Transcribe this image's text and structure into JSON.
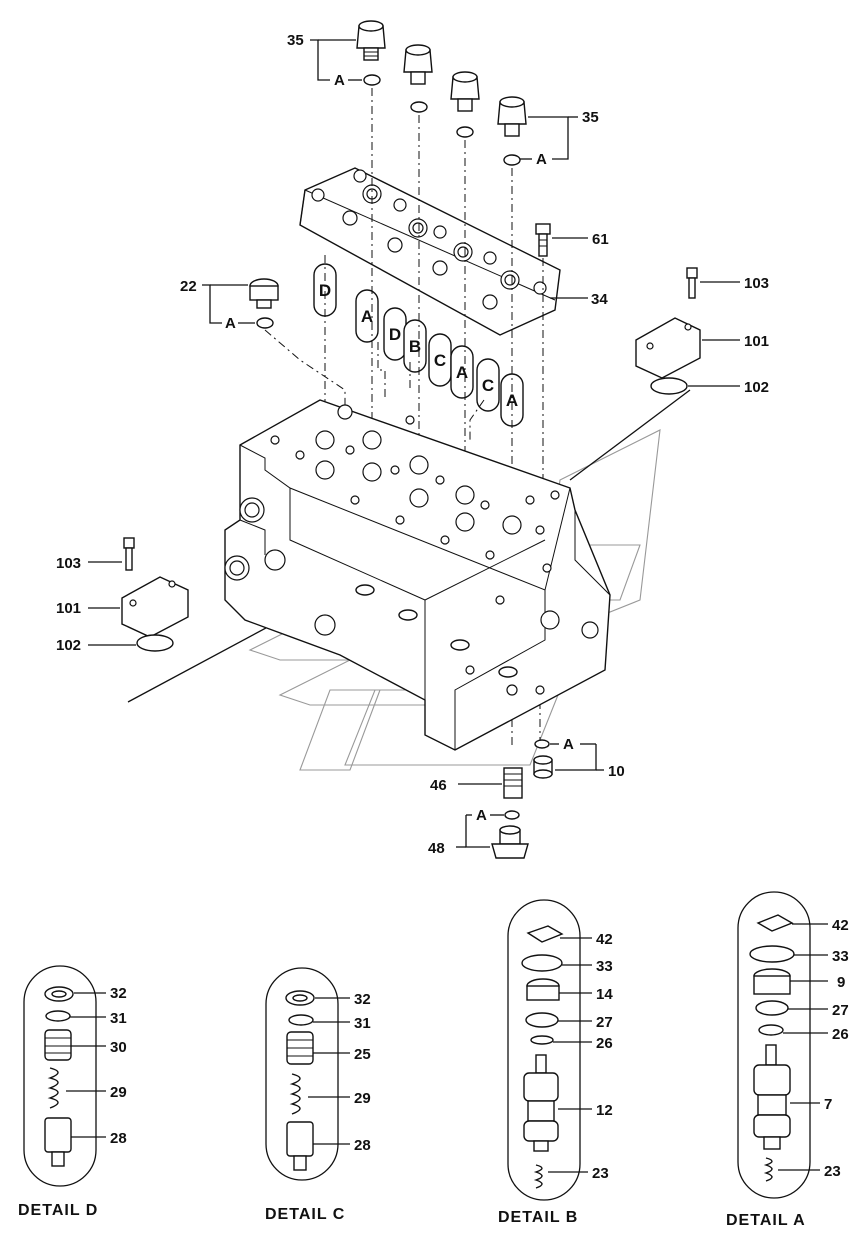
{
  "callouts": {
    "c35a": "35",
    "c35b": "35",
    "c61": "61",
    "c34": "34",
    "c22": "22",
    "c103a": "103",
    "c101a": "101",
    "c102a": "102",
    "c103b": "103",
    "c101b": "101",
    "c102b": "102",
    "c10": "10",
    "c46": "46",
    "c48": "48"
  },
  "seal_tag": "A",
  "pills": [
    "D",
    "A",
    "D",
    "B",
    "C",
    "A",
    "C",
    "A"
  ],
  "details": {
    "d": {
      "caption": "DETAIL D",
      "parts": [
        "32",
        "31",
        "30",
        "29",
        "28"
      ]
    },
    "c": {
      "caption": "DETAIL C",
      "parts": [
        "32",
        "31",
        "25",
        "29",
        "28"
      ]
    },
    "b": {
      "caption": "DETAIL B",
      "parts": [
        "42",
        "33",
        "14",
        "27",
        "26",
        "12",
        "23"
      ]
    },
    "a": {
      "caption": "DETAIL A",
      "parts": [
        "42",
        "33",
        "9",
        "27",
        "26",
        "7",
        "23"
      ]
    }
  }
}
